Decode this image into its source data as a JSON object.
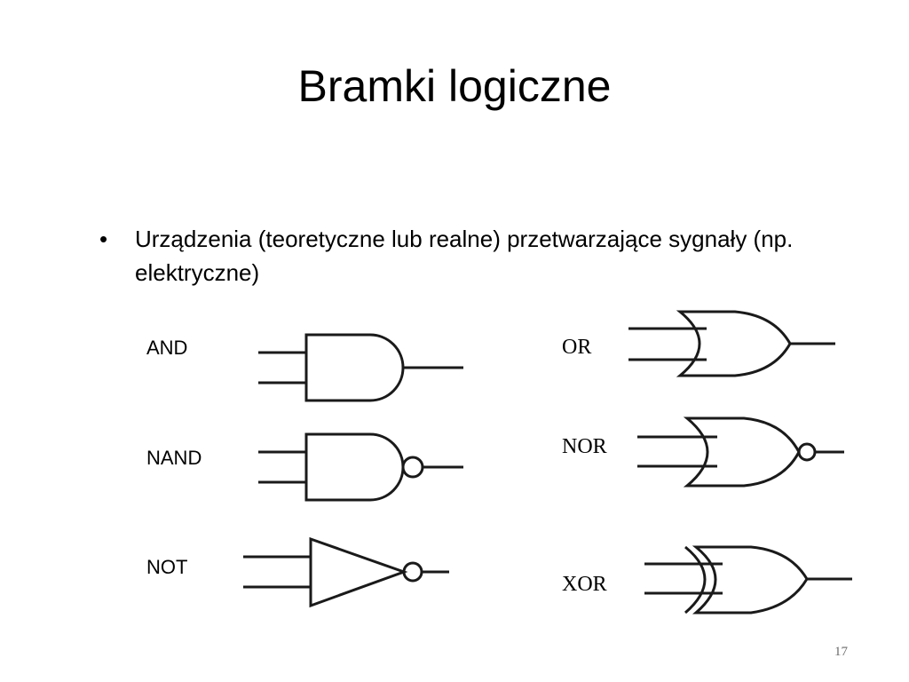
{
  "slide": {
    "title": "Bramki logiczne",
    "bullet_symbol": "•",
    "bullet_text": "Urządzenia (teoretyczne lub realne) przetwarzające sygnały (np. elektryczne)",
    "page_number": "17"
  },
  "gates": {
    "and_label": "AND",
    "nand_label": "NAND",
    "not_label": "NOT",
    "or_label": "OR",
    "nor_label": "NOR",
    "xor_label": "XOR"
  },
  "icons": [
    "and-gate-icon",
    "nand-gate-icon",
    "not-gate-icon",
    "or-gate-icon",
    "nor-gate-icon",
    "xor-gate-icon"
  ]
}
